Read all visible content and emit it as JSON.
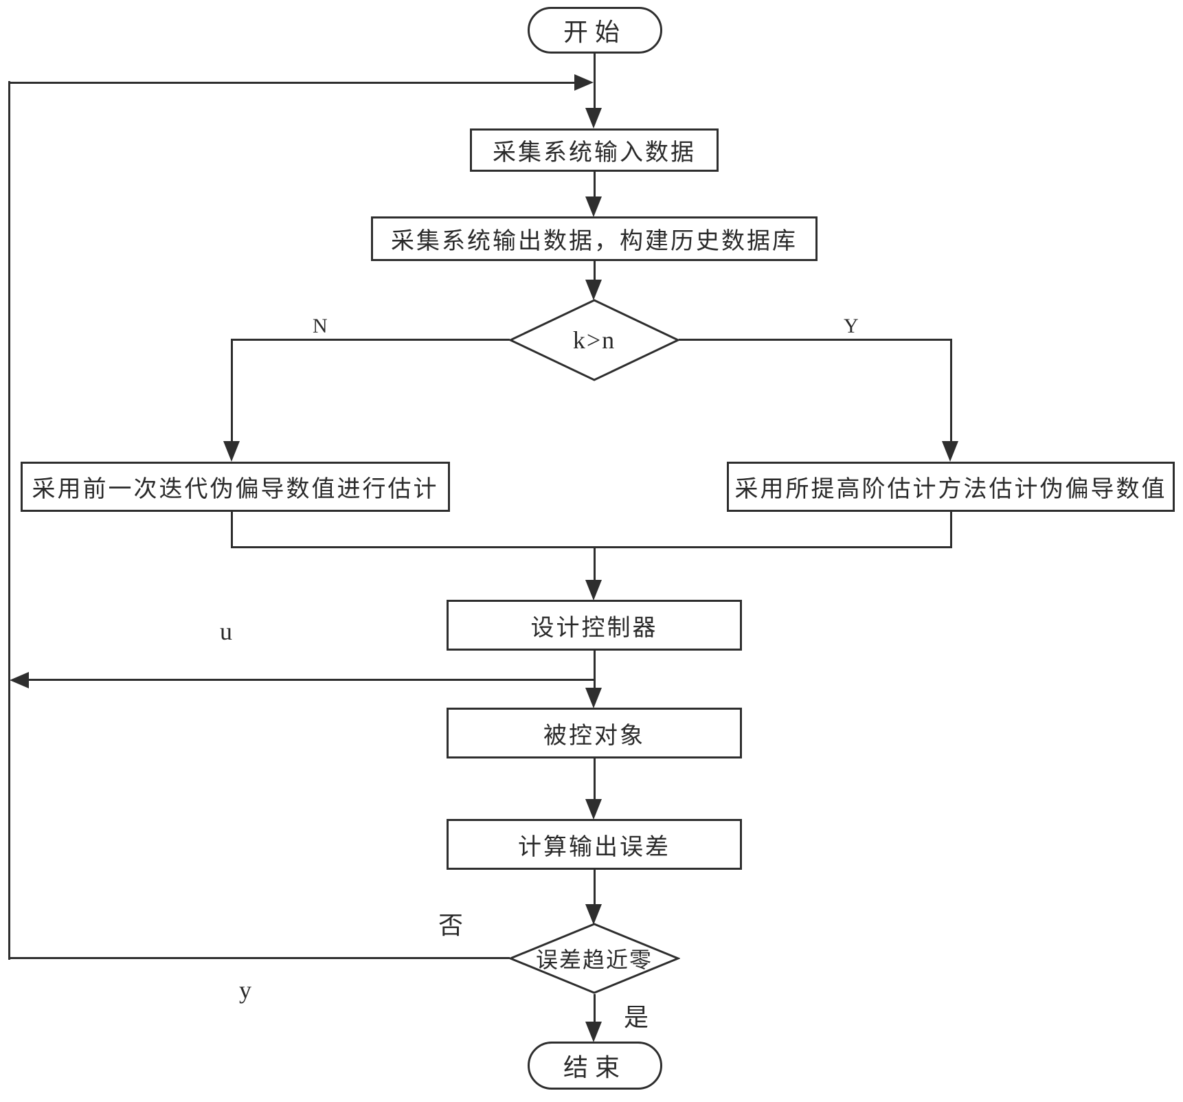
{
  "diagram": {
    "type": "flowchart",
    "colors": {
      "line": "#2e2e2e",
      "background": "#ffffff",
      "text": "#2a2a2a"
    },
    "nodes": {
      "start": {
        "type": "terminator",
        "label": "开始"
      },
      "collect_input": {
        "type": "process",
        "label": "采集系统输入数据"
      },
      "collect_output": {
        "type": "process",
        "label": "采集系统输出数据，构建历史数据库"
      },
      "decision_k_n": {
        "type": "decision",
        "label": "k>n"
      },
      "prev_iteration": {
        "type": "process",
        "label": "采用前一次迭代伪偏导数值进行估计"
      },
      "high_order_method": {
        "type": "process",
        "label": "采用所提高阶估计方法估计伪偏导数值"
      },
      "design_controller": {
        "type": "process",
        "label": "设计控制器"
      },
      "controlled_object": {
        "type": "process",
        "label": "被控对象"
      },
      "compute_error": {
        "type": "process",
        "label": "计算输出误差"
      },
      "decision_error": {
        "type": "decision",
        "label": "误差趋近零"
      },
      "end": {
        "type": "terminator",
        "label": "结束"
      }
    },
    "edge_labels": {
      "branch_no": "N",
      "branch_yes": "Y",
      "control_signal": "u",
      "output_signal": "y",
      "error_no": "否",
      "error_yes": "是"
    }
  }
}
